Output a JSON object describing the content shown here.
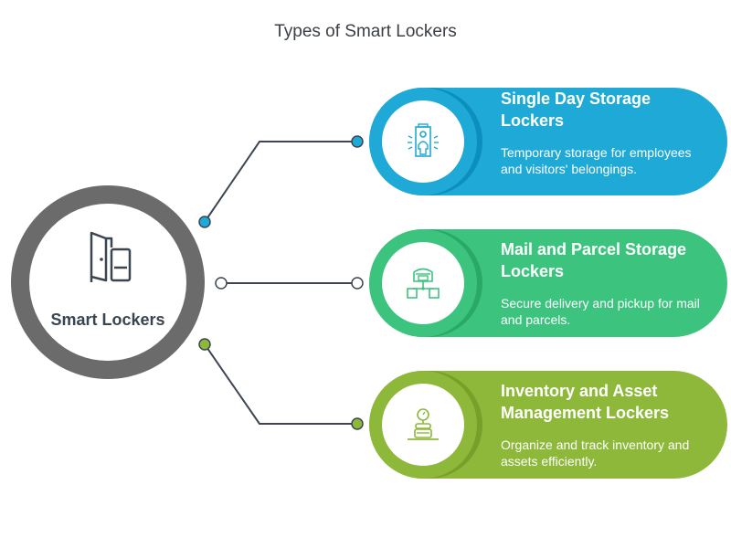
{
  "title": "Types of Smart Lockers",
  "hub": {
    "label": "Smart Lockers",
    "icon": "locker-door-icon",
    "color": "#6b6b6b"
  },
  "types": [
    {
      "title": "Single Day Storage Lockers",
      "description": "Temporary storage for employees and visitors' belongings.",
      "icon": "person-in-locker-icon",
      "color": "#1fa9d6"
    },
    {
      "title": "Mail and Parcel Storage Lockers",
      "description": "Secure delivery and pickup for mail and parcels.",
      "icon": "parcel-distribution-icon",
      "color": "#3cc47e"
    },
    {
      "title": "Inventory and Asset Management Lockers",
      "description": "Organize and track inventory and assets efficiently.",
      "icon": "inventory-scale-icon",
      "color": "#8db83a"
    }
  ]
}
